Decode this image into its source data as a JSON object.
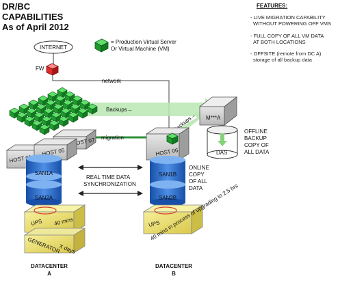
{
  "title": {
    "line1": "DR/BC",
    "line2": "CAPABILITIES",
    "line3": "As of April 2012"
  },
  "legend": {
    "line1": "= Production Virtual Server",
    "line2": "Or Virtual Machine (VM)"
  },
  "features": {
    "heading": "FEATURES:",
    "items": [
      [
        "- LIVE MIGRATION CAPABILITY",
        "WITHOUT POWERING OFF VMS"
      ],
      [
        "- FULL COPY OF ALL VM DATA",
        "AT BOTH LOCATIONS"
      ],
      [
        "- OFFSITE (remote from DC A)",
        "storage of all backup data"
      ]
    ]
  },
  "labels": {
    "internet": "INTERNET",
    "fw": "FW",
    "network": "network",
    "backups": "Backups→",
    "backups2": "Backups→",
    "migration": "migration",
    "mxa": "M***A",
    "das": "DAS",
    "offline": [
      "OFFLINE",
      "BACKUP",
      "COPY OF",
      "ALL DATA"
    ],
    "host01": "HOST 01",
    "host05": "HOST 05",
    "host07": "HOST 07",
    "host06": "HOST 06",
    "san1a": "SAN1A",
    "san2a": "SAN2A",
    "san1b": "SAN1B",
    "san2b": "SAN2B",
    "sync": [
      "REAL TIME DATA",
      "SYNCHRONIZATION"
    ],
    "online": [
      "ONLINE",
      "COPY",
      "OF ALL",
      "DATA"
    ],
    "ups_a": "UPS",
    "mins_a": "40 mins",
    "generator": "GENERATOR",
    "xdays": "X days",
    "ups_b": "UPS",
    "note_b": "40 mins  in process of upgrading to 2.5 hrs",
    "dc_a": [
      "DATACENTER",
      "A"
    ],
    "dc_b": [
      "DATACENTER",
      "B"
    ]
  },
  "colors": {
    "vm_green": "#22c33a",
    "vm_dark": "#137a22",
    "san_blue": "#1f63c9",
    "san_light": "#7fb2f0",
    "ups_yellow": "#f1e77a",
    "host_gray": "#c8c8c8",
    "arrow_green": "#b9e7b2"
  }
}
